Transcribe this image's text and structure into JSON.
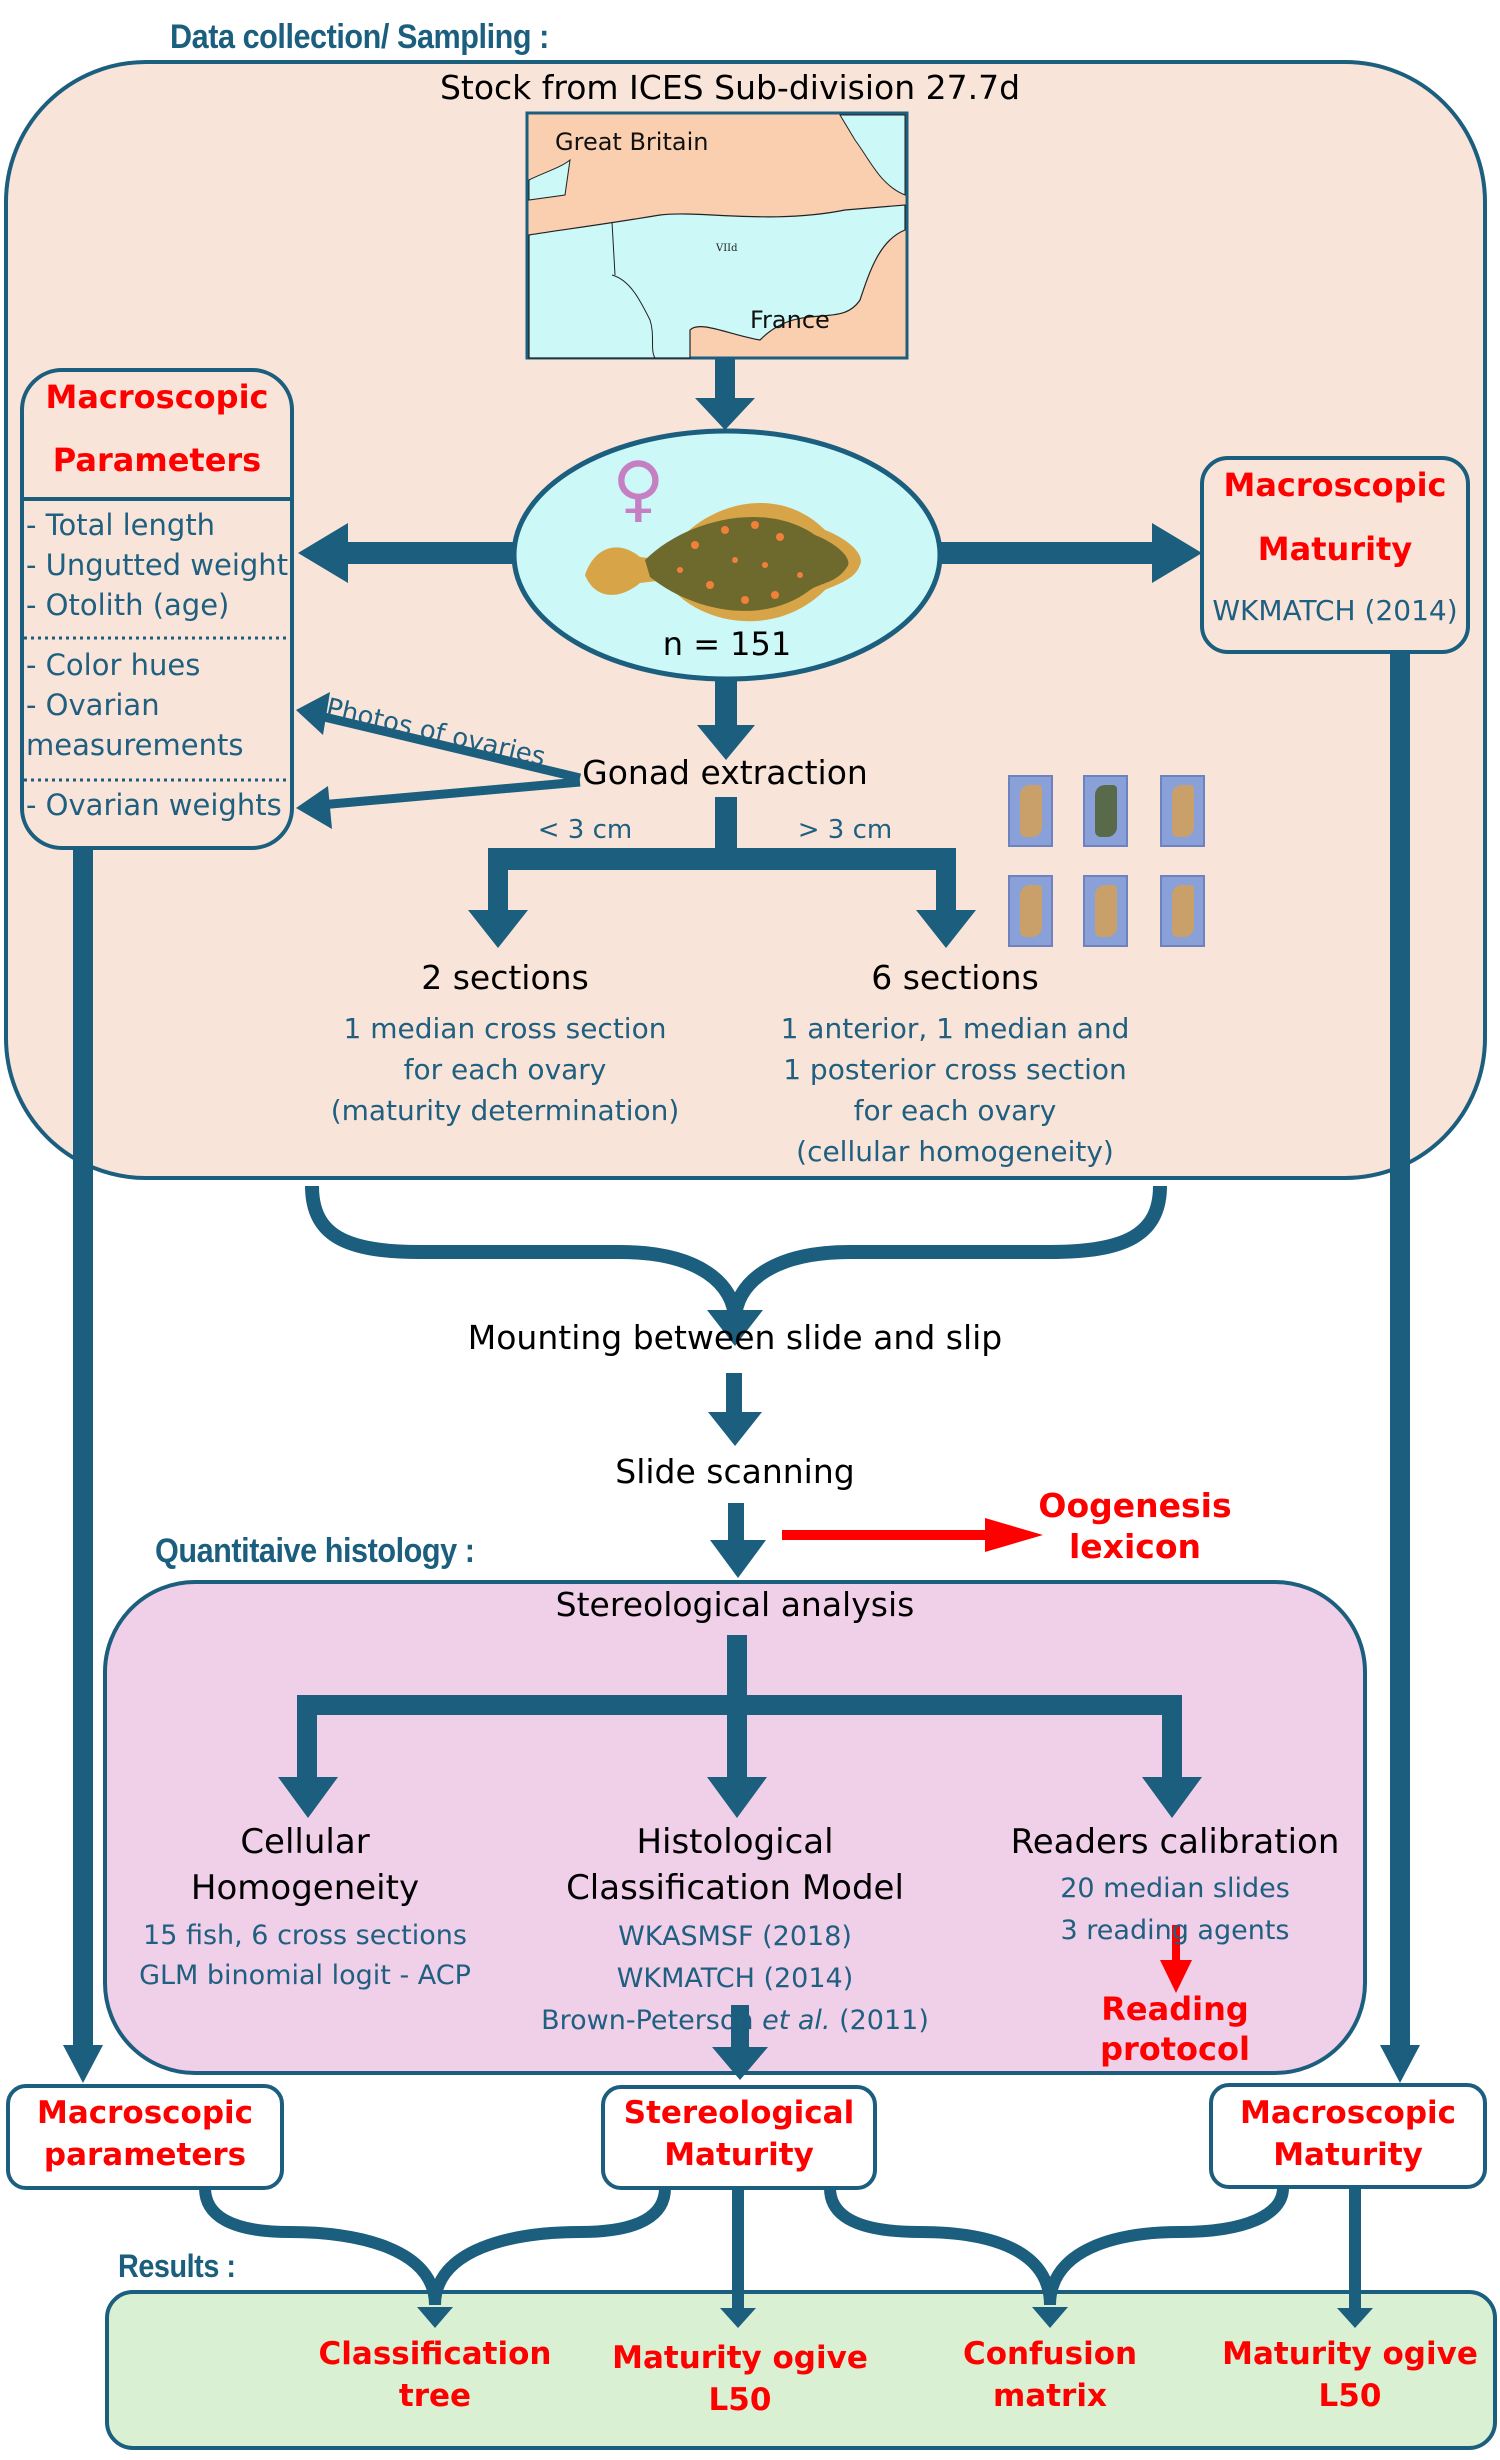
{
  "sections": {
    "data_collection": "Data collection/ Sampling :",
    "quantitative_histology": "Quantitaive histology :",
    "results": "Results :"
  },
  "sampling": {
    "stock_title": "Stock from ICES Sub-division 27.7d",
    "map": {
      "labels": [
        "Great Britain",
        "France",
        "VIId"
      ],
      "land_color": "#f9cfb0",
      "sea_color": "#ccf8f8"
    },
    "fish": {
      "sex_symbol": "♀",
      "sample_size": "n = 151"
    },
    "gonad_extraction": "Gonad extraction",
    "photos_label": "Photos of ovaries",
    "split": {
      "left_condition": "< 3 cm",
      "right_condition": "> 3 cm",
      "left": {
        "title": "2 sections",
        "lines": [
          "1 median cross section",
          "for each ovary",
          "(maturity determination)"
        ]
      },
      "right": {
        "title": "6 sections",
        "lines": [
          "1 anterior, 1 median and",
          "1 posterior cross section",
          "for each ovary",
          "(cellular homogeneity)"
        ]
      }
    }
  },
  "macroscopic_parameters_box": {
    "title_line1": "Macroscopic",
    "title_line2": "Parameters",
    "group1": [
      "- Total length",
      "- Ungutted weight",
      "- Otolith (age)"
    ],
    "group2": [
      "- Color hues",
      "- Ovarian",
      "measurements"
    ],
    "group3": [
      "- Ovarian weights"
    ]
  },
  "macroscopic_maturity_box": {
    "title_line1": "Macroscopic",
    "title_line2": "Maturity",
    "reference": "WKMATCH (2014)"
  },
  "processing": {
    "mounting": "Mounting between slide and slip",
    "scanning": "Slide scanning",
    "oogenesis_line1": "Oogenesis",
    "oogenesis_line2": "lexicon"
  },
  "histology": {
    "stereological_analysis": "Stereological analysis",
    "cellular": {
      "title_line1": "Cellular",
      "title_line2": "Homogeneity",
      "lines": [
        "15 fish, 6 cross sections",
        "GLM binomial logit - ACP"
      ]
    },
    "classification": {
      "title_line1": "Histological",
      "title_line2": "Classification Model",
      "lines": [
        "WKASMSF (2018)",
        "WKMATCH (2014)"
      ],
      "citation_author": "Brown-Peterson ",
      "citation_etal": "et al.",
      "citation_year": " (2011)"
    },
    "readers": {
      "title": "Readers calibration",
      "lines": [
        "20 median slides",
        "3 reading agents"
      ],
      "protocol_line1": "Reading",
      "protocol_line2": "protocol"
    }
  },
  "outputs": {
    "macro_params_line1": "Macroscopic",
    "macro_params_line2": "parameters",
    "stereo_maturity_line1": "Stereological",
    "stereo_maturity_line2": "Maturity",
    "macro_maturity_line1": "Macroscopic",
    "macro_maturity_line2": "Maturity"
  },
  "results": [
    {
      "line1": "Classification",
      "line2": "tree"
    },
    {
      "line1": "Maturity ogive",
      "line2": "L50"
    },
    {
      "line1": "Confusion",
      "line2": "matrix"
    },
    {
      "line1": "Maturity ogive",
      "line2": "L50"
    }
  ],
  "colors": {
    "arrow": "#1b5e7e",
    "highlight_red": "#ff0000",
    "sampling_bg": "#f9e4d9",
    "histology_bg": "#f0cfe9",
    "results_bg": "#d9f0d3",
    "ellipse_bg": "#ccf8f8",
    "female_symbol": "#c77fc3"
  }
}
